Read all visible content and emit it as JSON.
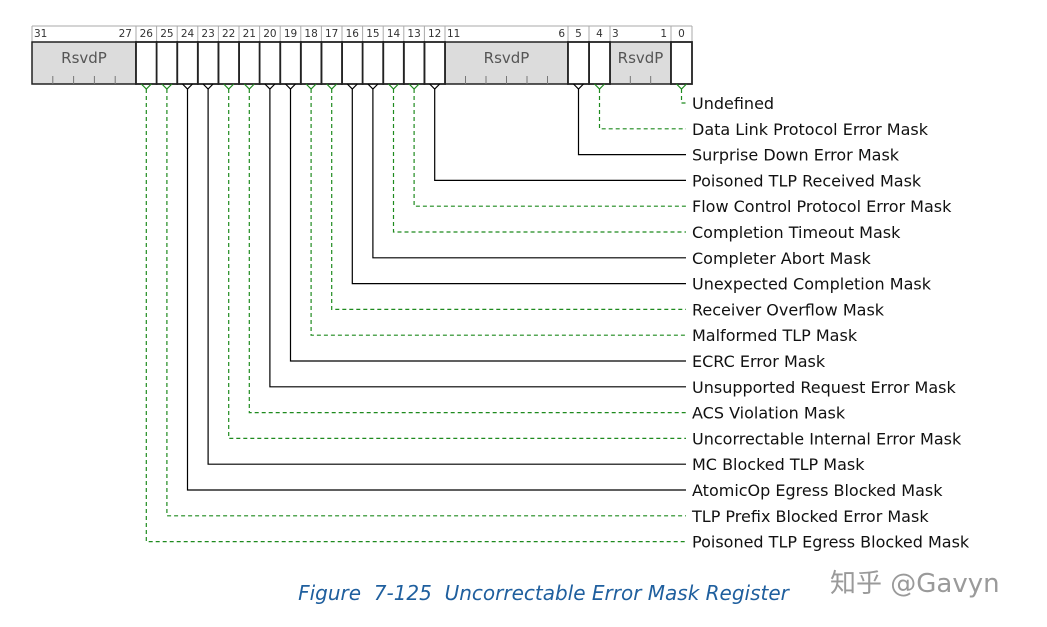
{
  "figure_caption": "Figure  7-125  Uncorrectable Error Mask Register",
  "watermark": "知乎 @Gavyn",
  "colors": {
    "reserved_fill": "#dcdcdc",
    "field_fill": "#ffffff",
    "border": "#222222",
    "rw_line": "#000000",
    "rws_line": "#1e8a1e",
    "caption": "#1f5f9e"
  },
  "bit_labels": [
    "31",
    "27",
    "26",
    "25",
    "24",
    "23",
    "22",
    "21",
    "20",
    "19",
    "18",
    "17",
    "16",
    "15",
    "14",
    "13",
    "12",
    "11",
    "6",
    "5",
    "4",
    "3",
    "1",
    "0"
  ],
  "register": {
    "reserved_fields": [
      {
        "label": "RsvdP",
        "msb": 31,
        "lsb": 27
      },
      {
        "label": "RsvdP",
        "msb": 11,
        "lsb": 6
      },
      {
        "label": "RsvdP",
        "msb": 3,
        "lsb": 1
      }
    ],
    "fields": [
      {
        "bit": 0,
        "name": "Undefined",
        "line": "sticky"
      },
      {
        "bit": 4,
        "name": "Data Link Protocol Error Mask",
        "line": "sticky"
      },
      {
        "bit": 5,
        "name": "Surprise Down Error Mask",
        "line": "solid"
      },
      {
        "bit": 12,
        "name": "Poisoned TLP Received Mask",
        "line": "solid"
      },
      {
        "bit": 13,
        "name": "Flow Control Protocol Error Mask",
        "line": "sticky"
      },
      {
        "bit": 14,
        "name": "Completion Timeout Mask",
        "line": "sticky"
      },
      {
        "bit": 15,
        "name": "Completer Abort Mask",
        "line": "solid"
      },
      {
        "bit": 16,
        "name": "Unexpected Completion Mask",
        "line": "solid"
      },
      {
        "bit": 17,
        "name": "Receiver Overflow Mask",
        "line": "sticky"
      },
      {
        "bit": 18,
        "name": "Malformed TLP Mask",
        "line": "sticky"
      },
      {
        "bit": 19,
        "name": "ECRC Error Mask",
        "line": "solid"
      },
      {
        "bit": 20,
        "name": "Unsupported Request Error Mask",
        "line": "solid"
      },
      {
        "bit": 21,
        "name": "ACS Violation Mask",
        "line": "sticky"
      },
      {
        "bit": 22,
        "name": "Uncorrectable Internal Error Mask",
        "line": "sticky"
      },
      {
        "bit": 23,
        "name": "MC Blocked TLP Mask",
        "line": "solid"
      },
      {
        "bit": 24,
        "name": "AtomicOp Egress Blocked Mask",
        "line": "solid"
      },
      {
        "bit": 25,
        "name": "TLP Prefix Blocked Error Mask",
        "line": "sticky"
      },
      {
        "bit": 26,
        "name": "Poisoned TLP Egress Blocked Mask",
        "line": "sticky"
      }
    ]
  }
}
